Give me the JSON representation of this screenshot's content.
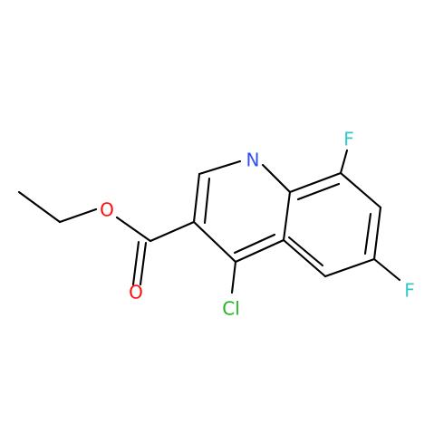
{
  "colors": {
    "background": "#ffffff",
    "carbon_bond": "#000000",
    "nitrogen": "#3050f8",
    "oxygen": "#ff0d0d",
    "fluorine": "#35c7c7",
    "chlorine": "#1fb91f"
  },
  "molecule": {
    "atoms": {
      "nitrogen": "N",
      "oxygen_ether": "O",
      "oxygen_carbonyl": "O",
      "fluorine_top": "F",
      "fluorine_right": "F",
      "chlorine": "Cl"
    }
  }
}
